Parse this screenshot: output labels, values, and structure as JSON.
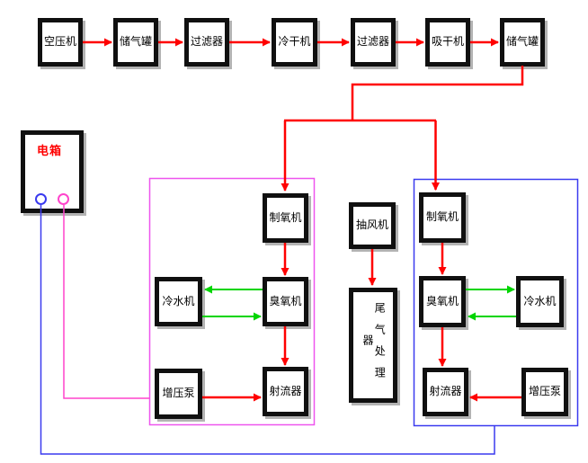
{
  "top_row": [
    {
      "label": "空压机"
    },
    {
      "label": "储气罐"
    },
    {
      "label": "过滤器"
    },
    {
      "label": "冷干机"
    },
    {
      "label": "过滤器"
    },
    {
      "label": "吸干机"
    },
    {
      "label": "储气罐"
    }
  ],
  "electric_box": {
    "label": "电箱"
  },
  "middle": {
    "exhaust_fan": {
      "label": "抽风机"
    },
    "tail_gas_processor": {
      "label": "尾气处理器"
    }
  },
  "left_unit": {
    "oxygen_generator": {
      "label": "制氧机"
    },
    "chiller": {
      "label": "冷水机"
    },
    "ozone_generator": {
      "label": "臭氧机"
    },
    "booster_pump": {
      "label": "增压泵"
    },
    "jet_injector": {
      "label": "射流器"
    }
  },
  "right_unit": {
    "oxygen_generator": {
      "label": "制氧机"
    },
    "chiller": {
      "label": "冷水机"
    },
    "ozone_generator": {
      "label": "臭氧机"
    },
    "booster_pump": {
      "label": "增压泵"
    },
    "jet_injector": {
      "label": "射流器"
    }
  },
  "colors": {
    "flow_line": "#ff0000",
    "cooling_line": "#00d500",
    "left_unit_border": "#ee55ee",
    "right_unit_border": "#3a3aef",
    "power_wire_left": "#ff44cc",
    "power_wire_right": "#3a3aef",
    "box_border": "#101010",
    "electric_box_label": "#ff0000"
  }
}
